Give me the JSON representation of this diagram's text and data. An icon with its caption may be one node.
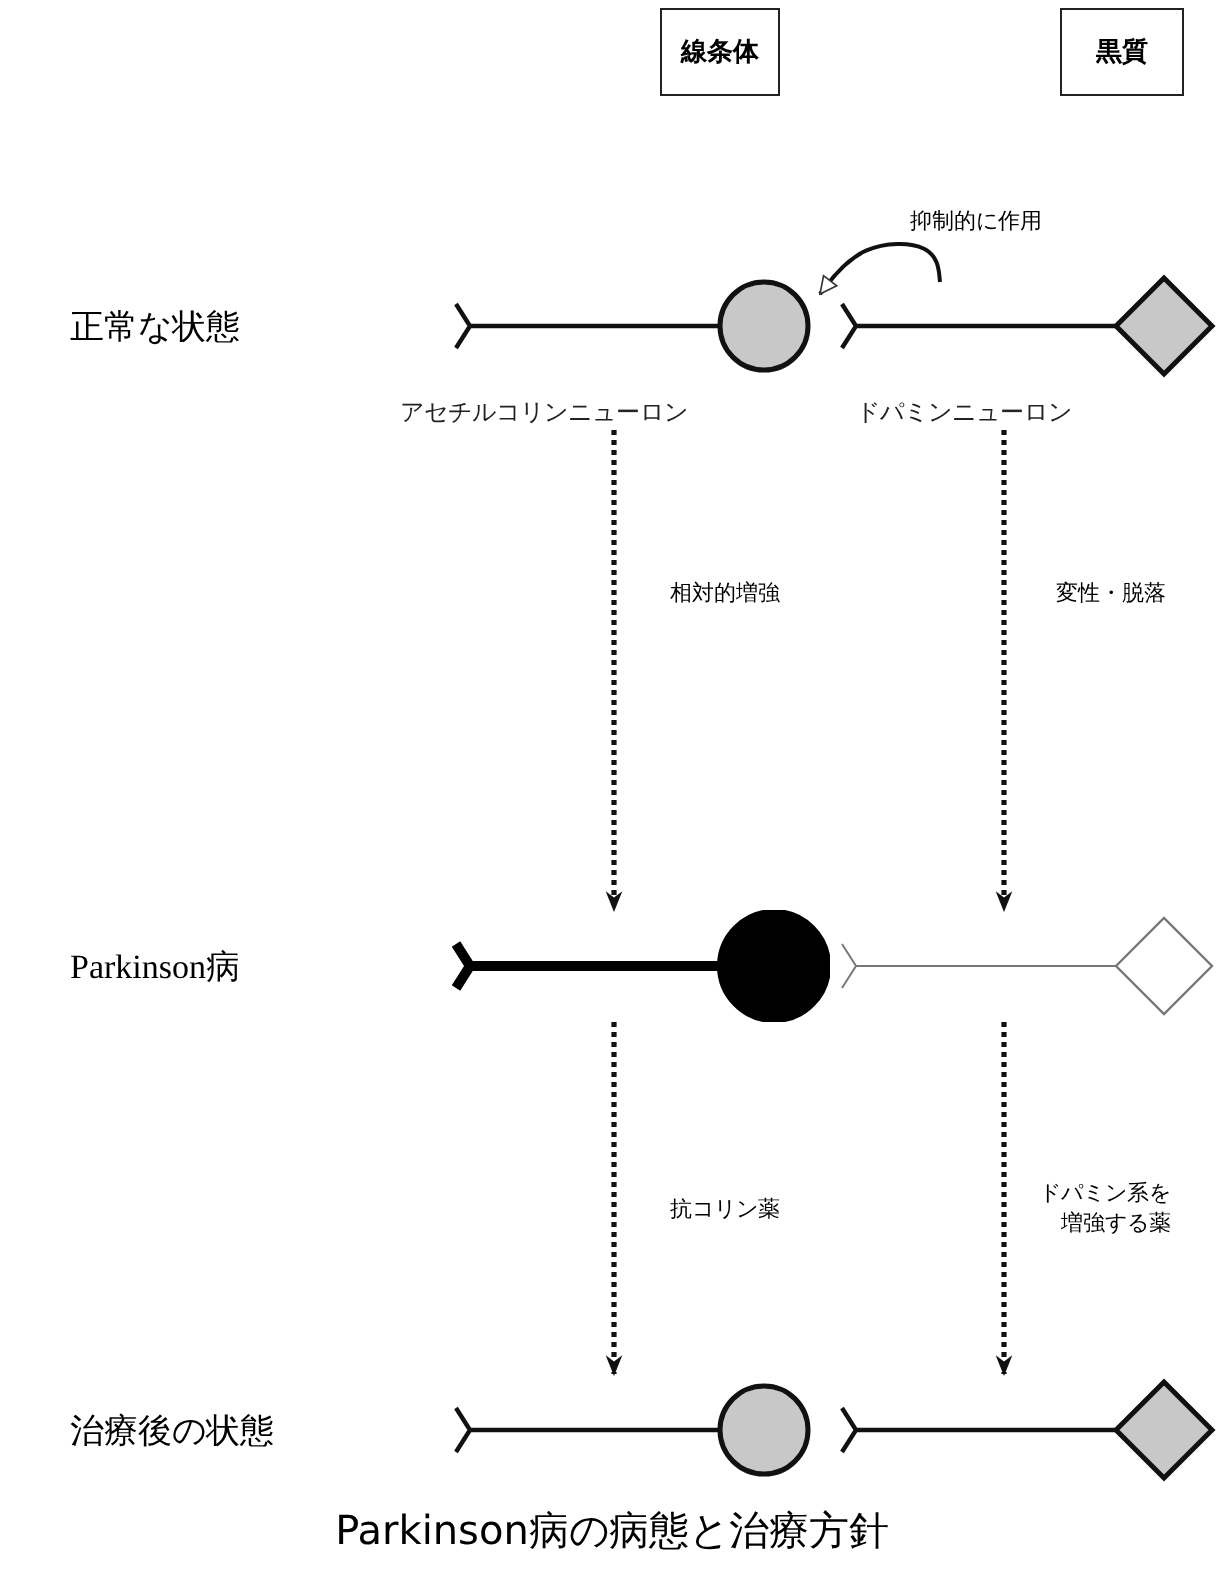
{
  "diagram": {
    "caption": "Parkinson病の病態と治療方針",
    "nodes": [
      {
        "text": [
          "線条体"
        ]
      },
      {
        "text": [
          "黒質"
        ]
      },
      {
        "text": [],
        "shape": "circle",
        "beside": [
          "アセチルコリンニューロン"
        ]
      },
      {
        "text": [],
        "shape": "diamond",
        "beside": [
          "ドパミンニューロン"
        ]
      },
      {
        "text": [],
        "shape": "circle"
      },
      {
        "text": [],
        "shape": "diamond"
      },
      {
        "text": [],
        "shape": "circle"
      },
      {
        "text": [],
        "shape": "diamond"
      }
    ],
    "edges": [
      {
        "from": 3,
        "to": 2,
        "arrow": "to",
        "label": "抑制的に作用"
      },
      {
        "from": 2,
        "to": 4,
        "arrow": "to",
        "label": "相対的増強",
        "style": "dashed"
      },
      {
        "from": 3,
        "to": 5,
        "arrow": "to",
        "label": "変性・脱落",
        "style": "dashed"
      },
      {
        "from": 4,
        "to": 6,
        "arrow": "to",
        "label": "抗コリン薬",
        "style": "dashed"
      },
      {
        "from": 5,
        "to": 7,
        "arrow": "to",
        "label": "ドパミン系を増強する薬",
        "style": "dashed"
      }
    ],
    "labels": [
      "正常な状態",
      "Parkinson病",
      "治療後の状態"
    ]
  }
}
